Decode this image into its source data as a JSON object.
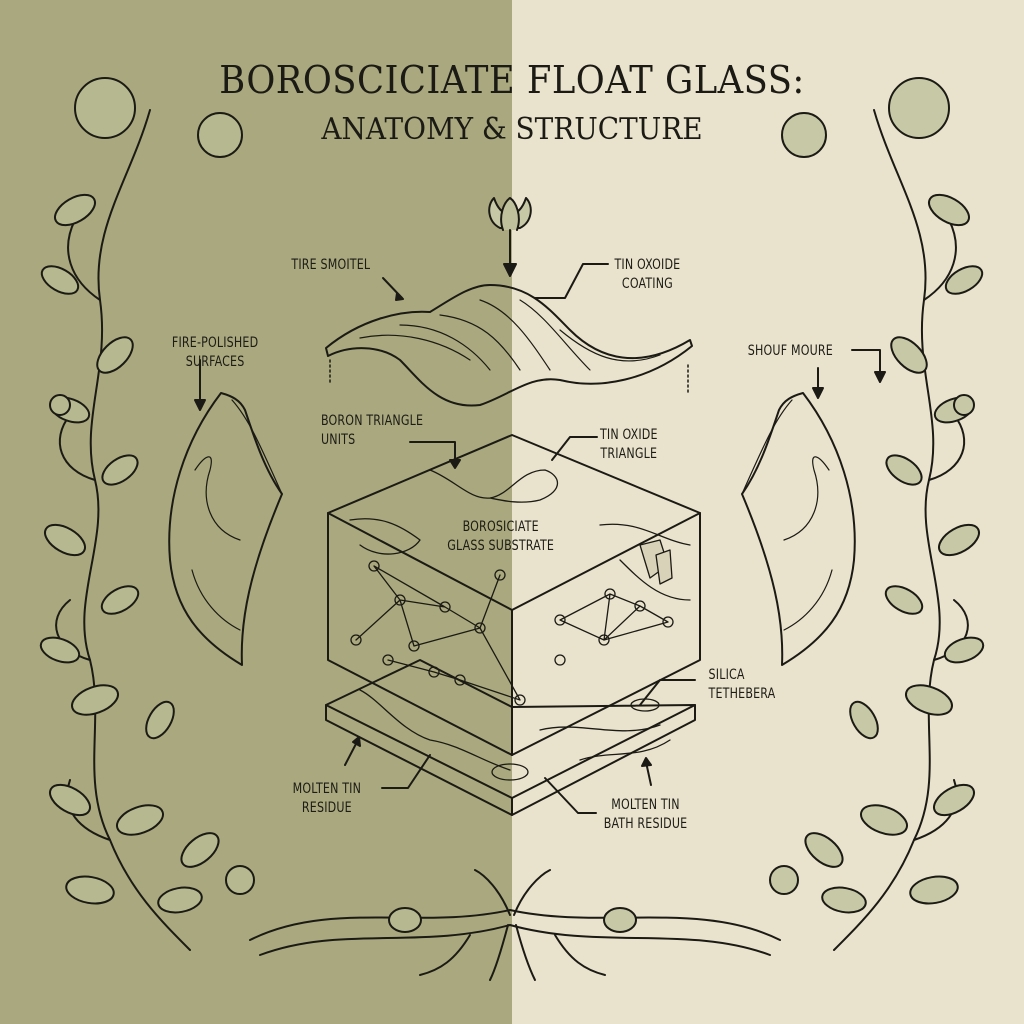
{
  "title": {
    "line1": "BOROSCICIATE FLOAT GLASS:",
    "line2": "ANATOMY & STRUCTURE"
  },
  "colors": {
    "left_panel": "#a9a87e",
    "right_panel": "#e9e3cd",
    "ink": "#1b1a14",
    "leaf_fill": "#b9bb94"
  },
  "labels": {
    "tire_smoitel": [
      "TIRE SMOITEL"
    ],
    "tin_oxoide_coating": [
      "TIN OXOIDE",
      "COATING"
    ],
    "fire_polished": [
      "FIRE-POLISHED",
      "SURFACES"
    ],
    "shouf_moure": [
      "SHOUF MOURE"
    ],
    "boron_triangle": [
      "BORON TRIANGLE",
      "UNITS"
    ],
    "tin_oxide_triangle": [
      "TIN OXIDE",
      "TRIANGLE"
    ],
    "substrate": [
      "BOROSICIATE",
      "GLASS SUBSTRATE"
    ],
    "silica": [
      "SILICA",
      "TETHEBERA"
    ],
    "molten_tin_left": [
      "MOLTEN TIN",
      "RESIDUE"
    ],
    "molten_tin_right": [
      "MOLTEN TIN",
      "BATH RESIDUE"
    ]
  },
  "icons": {
    "top_flower": "lotus-flower-icon",
    "border": "botanical-vine-border",
    "bottom": "root-ornament"
  }
}
